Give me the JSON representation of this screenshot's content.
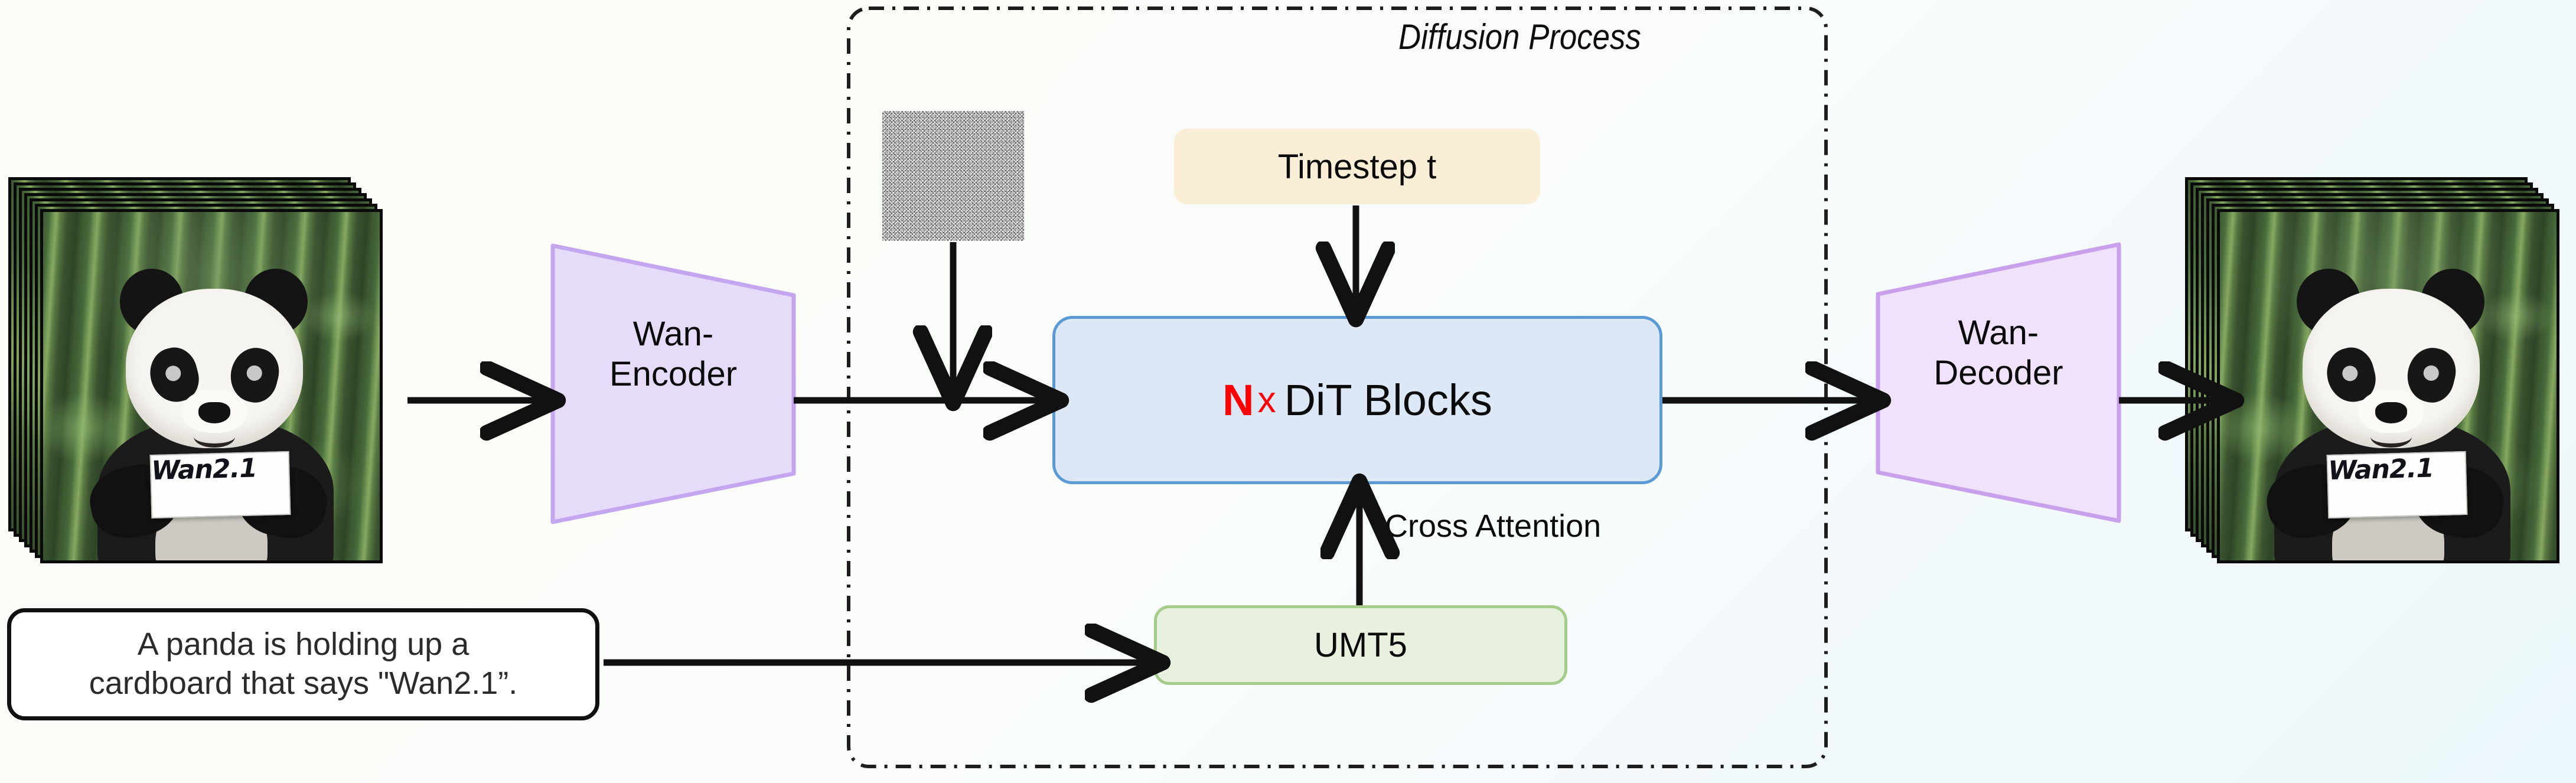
{
  "diagram": {
    "title": "Wan2.1 text-to-video diffusion pipeline",
    "background_from": "#fdfdf7",
    "background_to": "#ecf7fb"
  },
  "diffusion": {
    "title": "Diffusion Process",
    "border_style": "dash-dot",
    "border_color": "#1d1d1d"
  },
  "input": {
    "clip_name": "input-video-frames",
    "frame_count": 7,
    "sign_text": "Wan2.1"
  },
  "output": {
    "clip_name": "output-video-frames",
    "frame_count": 7,
    "sign_text": "Wan2.1"
  },
  "prompt": {
    "line1": "A panda is holding up a",
    "line2": "cardboard that says \"Wan2.1”.",
    "full": "A panda is holding up a cardboard that says \"Wan2.1”."
  },
  "encoder": {
    "line1": "Wan-",
    "line2": "Encoder",
    "fill": "#e6dcfa",
    "stroke": "#c3a5f0"
  },
  "decoder": {
    "line1": "Wan-",
    "line2": "Decoder",
    "fill": "#f0e2fb",
    "stroke": "#c9a0ec"
  },
  "timestep": {
    "label": "Timestep t",
    "fill": "#faeed6"
  },
  "dit": {
    "multiplier": "N",
    "times": "x",
    "label": "DiT Blocks",
    "fill": "#dde8f7",
    "stroke": "#5b9bd5",
    "accent": "#ff0000"
  },
  "text_encoder": {
    "label": "UMT5",
    "fill": "#e7f1de",
    "stroke": "#a4cd8b"
  },
  "edges": {
    "cross_attention": "Cross Attention",
    "noise_patch": "random-gaussian-noise",
    "arrow_color": "#111111"
  }
}
